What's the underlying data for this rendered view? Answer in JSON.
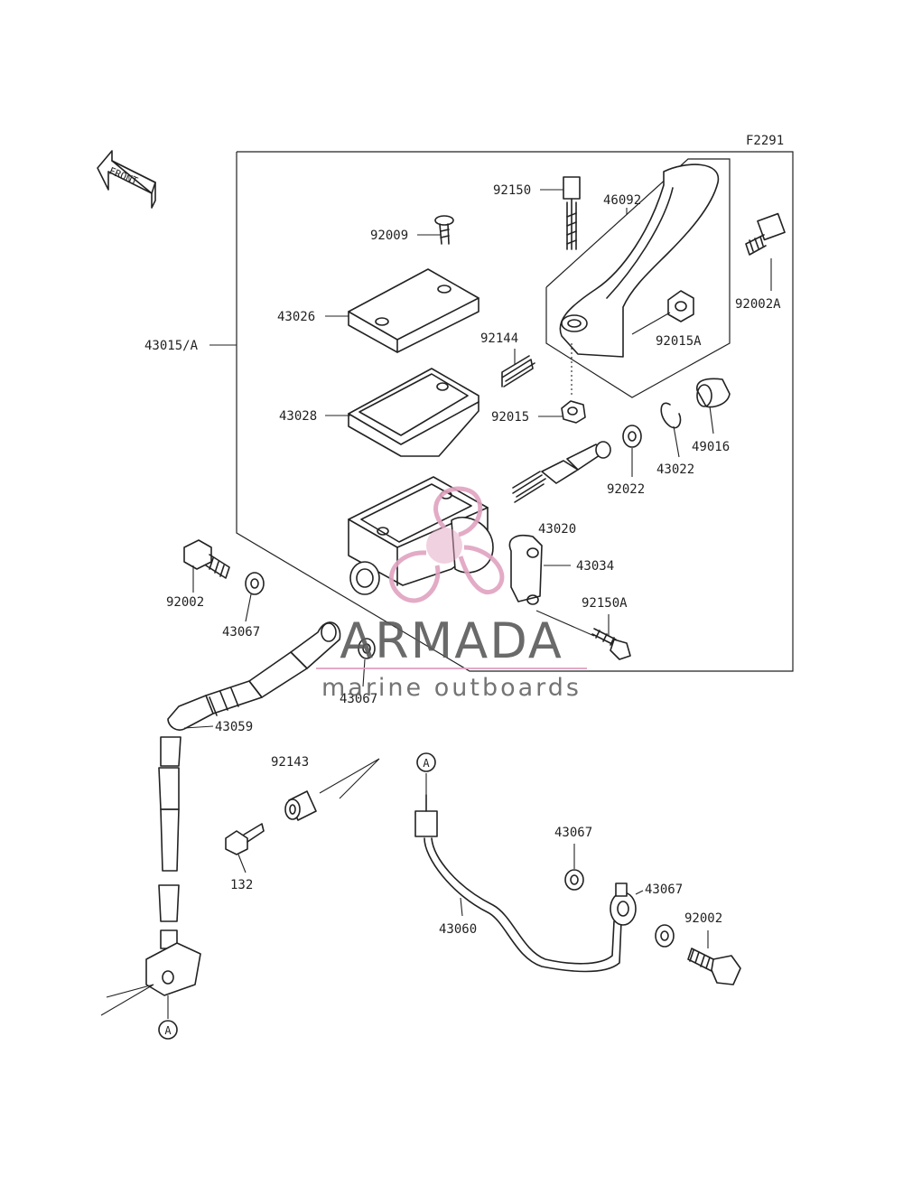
{
  "figure_code": "F2291",
  "front_label": "FRONT",
  "ref_a_top": "A",
  "ref_a_bottom": "A",
  "parts": {
    "p92150": "92150",
    "p46092": "46092",
    "p92009": "92009",
    "p92002A": "92002A",
    "p43026": "43026",
    "p43015A": "43015/A",
    "p92144": "92144",
    "p92015A": "92015A",
    "p43028": "43028",
    "p92015": "92015",
    "p49016": "49016",
    "p43022": "43022",
    "p92022": "92022",
    "p43020": "43020",
    "p43034": "43034",
    "p92002_top": "92002",
    "p92150A": "92150A",
    "p43067_a": "43067",
    "p43067_b": "43067",
    "p43059": "43059",
    "p92143": "92143",
    "p132": "132",
    "p43067_c": "43067",
    "p43067_d": "43067",
    "p92002_bottom": "92002",
    "p43060": "43060"
  },
  "watermark": {
    "brand": "ARMADA",
    "tagline": "marine outboards",
    "logo_color": "#e0a3c0",
    "text_color": "#555555"
  }
}
